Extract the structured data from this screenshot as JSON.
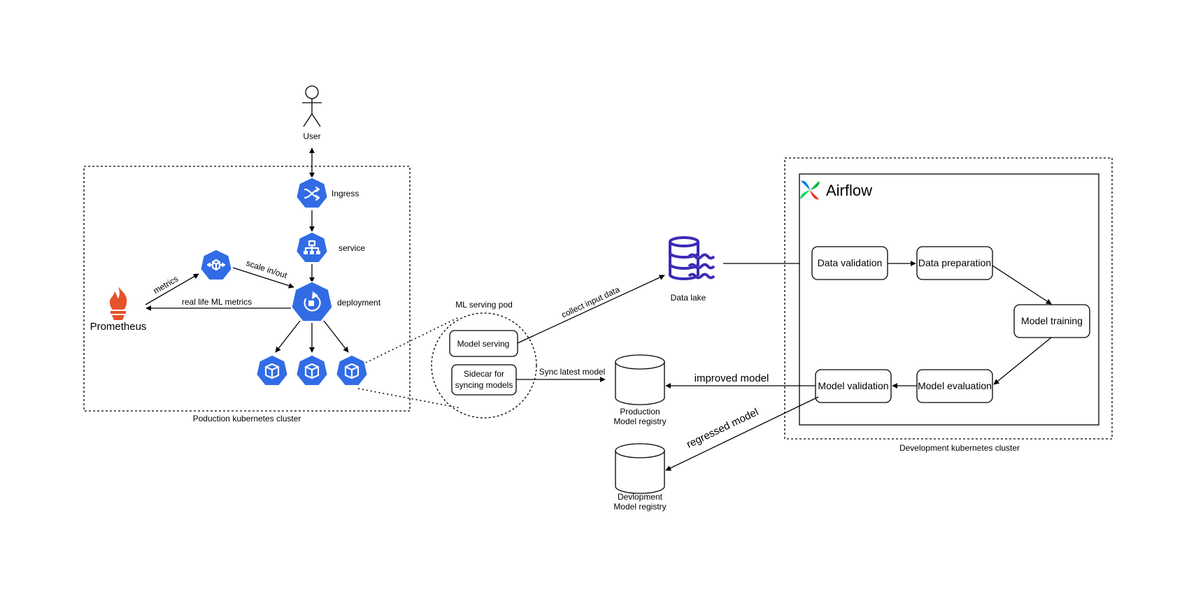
{
  "user": {
    "label": "User"
  },
  "production_cluster": {
    "label": "Poduction kubernetes cluster",
    "ingress": "Ingress",
    "service": "service",
    "deployment": "deployment"
  },
  "prometheus": {
    "label": "Prometheus",
    "color": "#e6522c"
  },
  "edges": {
    "metrics": "metrics",
    "scale": "scale in/out",
    "real_life_metrics": "real life ML metrics",
    "collect_input": "collect input data",
    "sync_latest": "Sync latest model",
    "improved_model": "improved model",
    "regressed_model": "regressed model"
  },
  "serving_pod": {
    "label": "ML serving pod",
    "model_serving": "Model serving",
    "sidecar_line1": "Sidecar for",
    "sidecar_line2": "syncing models"
  },
  "data_lake": {
    "label": "Data lake",
    "color": "#3b2bb5"
  },
  "production_registry": {
    "line1": "Production",
    "line2": "Model registry"
  },
  "development_registry": {
    "line1": "Devlopment",
    "line2": "Model registry"
  },
  "development_cluster": {
    "label": "Development kubernetes cluster",
    "airflow_title": "Airflow",
    "steps": {
      "data_validation": "Data validation",
      "data_preparation": "Data preparation",
      "model_training": "Model training",
      "model_evaluation": "Model evaluation",
      "model_validation": "Model validation"
    }
  },
  "colors": {
    "kubernetes_blue": "#326ce5"
  }
}
